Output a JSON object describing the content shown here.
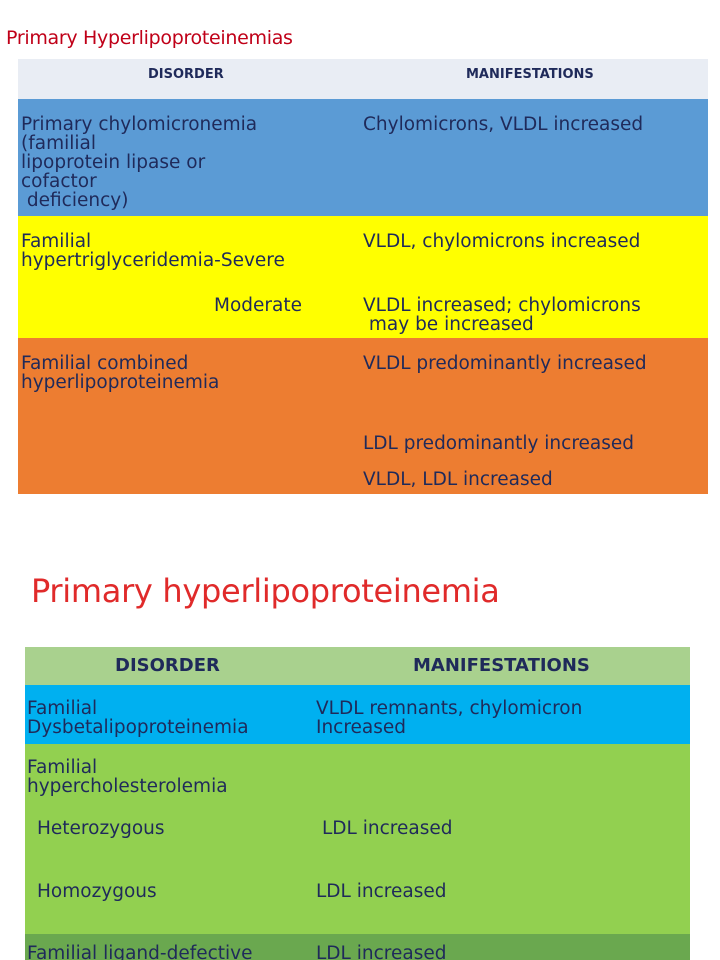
{
  "slide1": {
    "title": "Primary Hyperlipoproteinemias",
    "header": {
      "disorder": "DISORDER",
      "manifestations": "MANIFESTATIONS"
    },
    "rows": [
      {
        "disorder": "Primary chylomicronemia\n(familial\nlipoprotein lipase or\ncofactor\n deficiency)",
        "manifestation": "Chylomicrons, VLDL increased",
        "color": "#5b9bd5"
      },
      {
        "disorder": "Familial\nhypertriglyceridemia-Severe",
        "manifestation": "VLDL, chylomicrons increased",
        "color": "#ffff00"
      },
      {
        "disorder": "Moderate",
        "manifestation": "VLDL increased; chylomicrons\n may be increased",
        "color": "#ffff00"
      },
      {
        "disorder": "Familial combined\nhyperlipoproteinemia",
        "manifestation": "VLDL predominantly increased",
        "color": "#ed7d31"
      },
      {
        "disorder": "",
        "manifestation": "LDL predominantly increased",
        "color": "#ed7d31"
      },
      {
        "disorder": "",
        "manifestation": "VLDL, LDL increased",
        "color": "#ed7d31"
      }
    ]
  },
  "slide2": {
    "title": "Primary hyperlipoproteinemia",
    "header": {
      "disorder": "DISORDER",
      "manifestations": "MANIFESTATIONS"
    },
    "rows": [
      {
        "disorder": "Familial\nDysbetalipoproteinemia",
        "manifestation": "VLDL remnants, chylomicron\nIncreased",
        "color": "#00b0f0"
      },
      {
        "disorder": "Familial\nhypercholesterolemia",
        "manifestation": "",
        "color": "#92d050"
      },
      {
        "disorder": "Heterozygous",
        "manifestation": "LDL increased",
        "color": "#92d050"
      },
      {
        "disorder": "Homozygous",
        "manifestation": "LDL increased",
        "color": "#92d050"
      },
      {
        "disorder": "Familial ligand-defective",
        "manifestation": "LDL increased",
        "color": "#6aa84f"
      }
    ]
  }
}
